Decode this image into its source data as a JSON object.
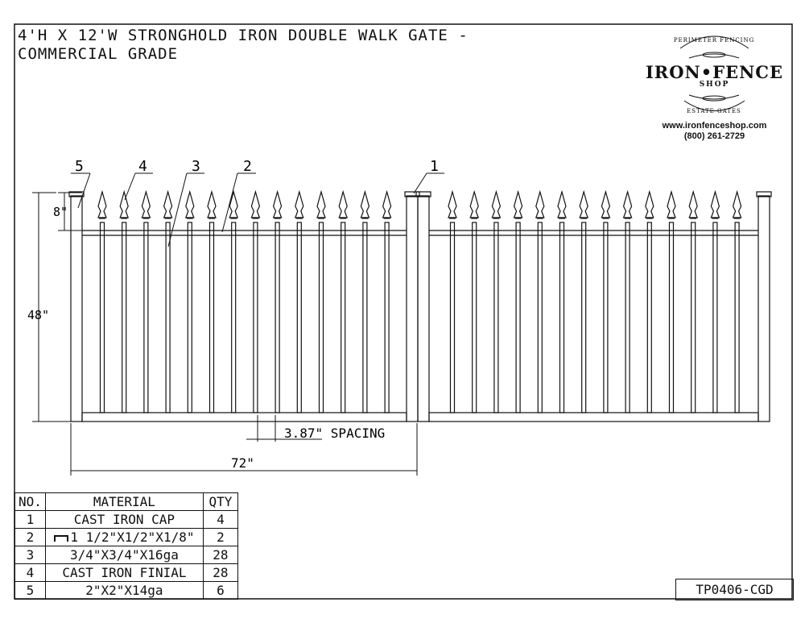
{
  "title_line1": "4'H X 12'W STRONGHOLD IRON DOUBLE WALK GATE -",
  "title_line2": "COMMERCIAL GRADE",
  "logo": {
    "arc_top": "PERIMETER FENCING",
    "name": "IRON•FENCE",
    "sub": "SHOP",
    "arc_bottom": "ESTATE GATES",
    "url": "www.ironfenceshop.com",
    "phone": "(800) 261-2729"
  },
  "callouts": [
    "5",
    "4",
    "3",
    "2",
    "1"
  ],
  "dimensions": {
    "finial_height": "8\"",
    "height": "48\"",
    "spacing": "3.87\" SPACING",
    "width": "72\""
  },
  "bom": {
    "headers": [
      "NO.",
      "MATERIAL",
      "QTY"
    ],
    "rows": [
      {
        "no": "1",
        "material": "CAST IRON CAP",
        "qty": "4"
      },
      {
        "no": "2",
        "material": "1 1/2\"X1/2\"X1/8\"",
        "qty": "2"
      },
      {
        "no": "3",
        "material": "3/4\"X3/4\"X16ga",
        "qty": "28"
      },
      {
        "no": "4",
        "material": "CAST IRON FINIAL",
        "qty": "28"
      },
      {
        "no": "5",
        "material": "2\"X2\"X14ga",
        "qty": "6"
      }
    ]
  },
  "drawing_code": "TP0406-CGD"
}
